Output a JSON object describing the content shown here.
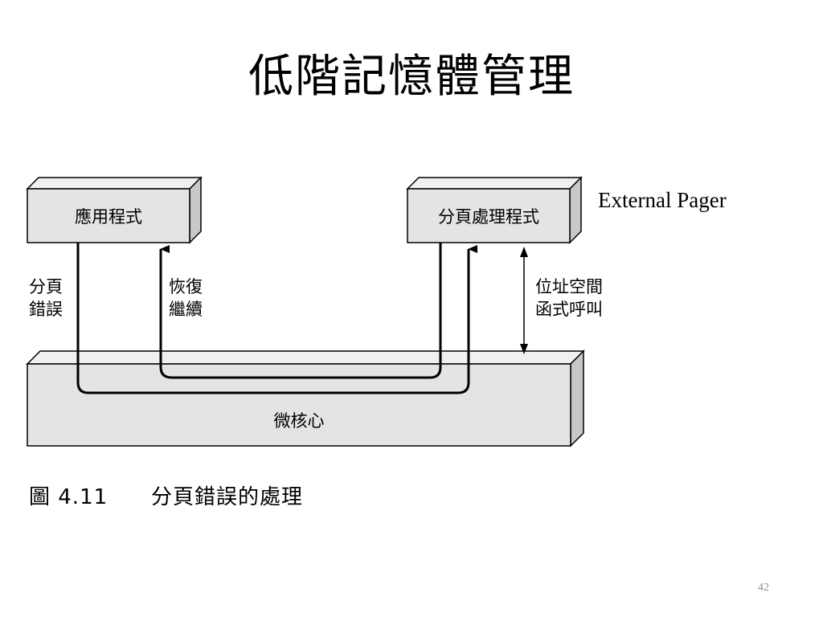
{
  "slide": {
    "title": "低階記憶體管理",
    "slide_number": "42"
  },
  "diagram": {
    "app_box_label": "應用程式",
    "pager_box_label": "分頁處理程式",
    "kernel_box_label": "微核心",
    "external_pager_label": "External Pager",
    "page_fault_label": [
      "分頁",
      "錯誤"
    ],
    "resume_label": [
      "恢復",
      "繼續"
    ],
    "address_space_label": [
      "位址空間",
      "函式呼叫"
    ],
    "caption_figure": "圖 4.11",
    "caption_text": "分頁錯誤的處理",
    "colors": {
      "box_fill": "#e4e4e4",
      "box_top": "#f0f0f0",
      "box_side": "#c8c8c8",
      "line": "#000000"
    }
  }
}
